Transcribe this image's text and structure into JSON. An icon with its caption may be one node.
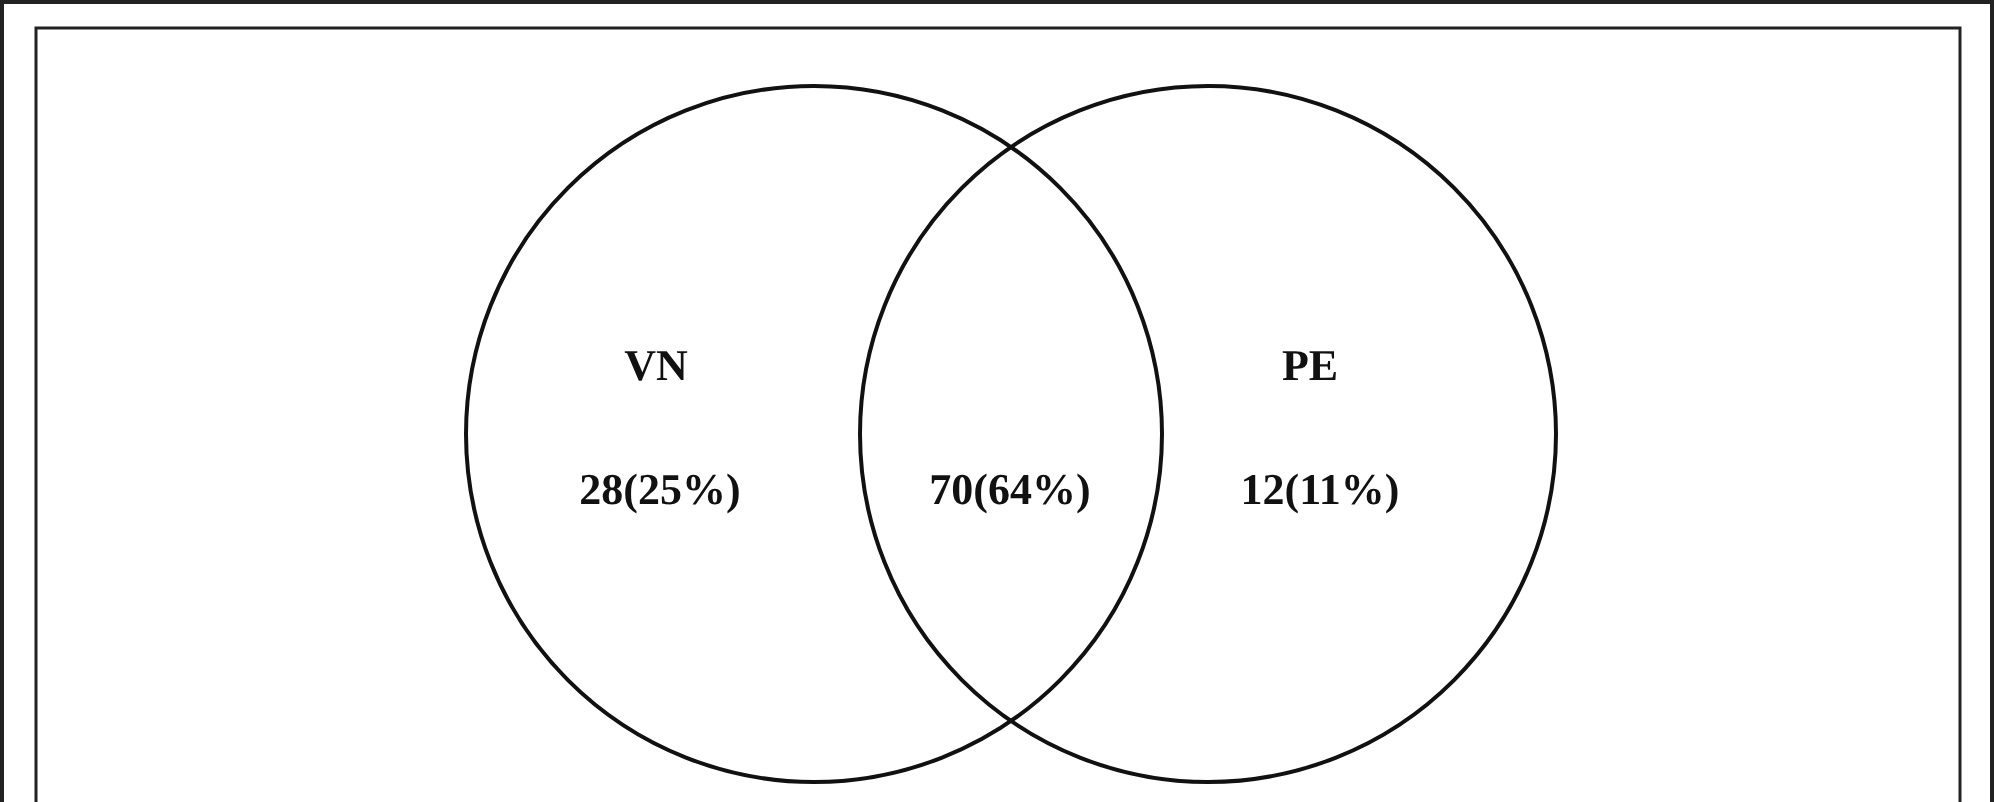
{
  "diagram": {
    "nodes": [
      {
        "text": [
          "VN",
          "28(25%)"
        ]
      },
      {
        "text": [
          "PE",
          "12(11%)"
        ]
      }
    ],
    "labels": [
      "70(64%)"
    ]
  }
}
